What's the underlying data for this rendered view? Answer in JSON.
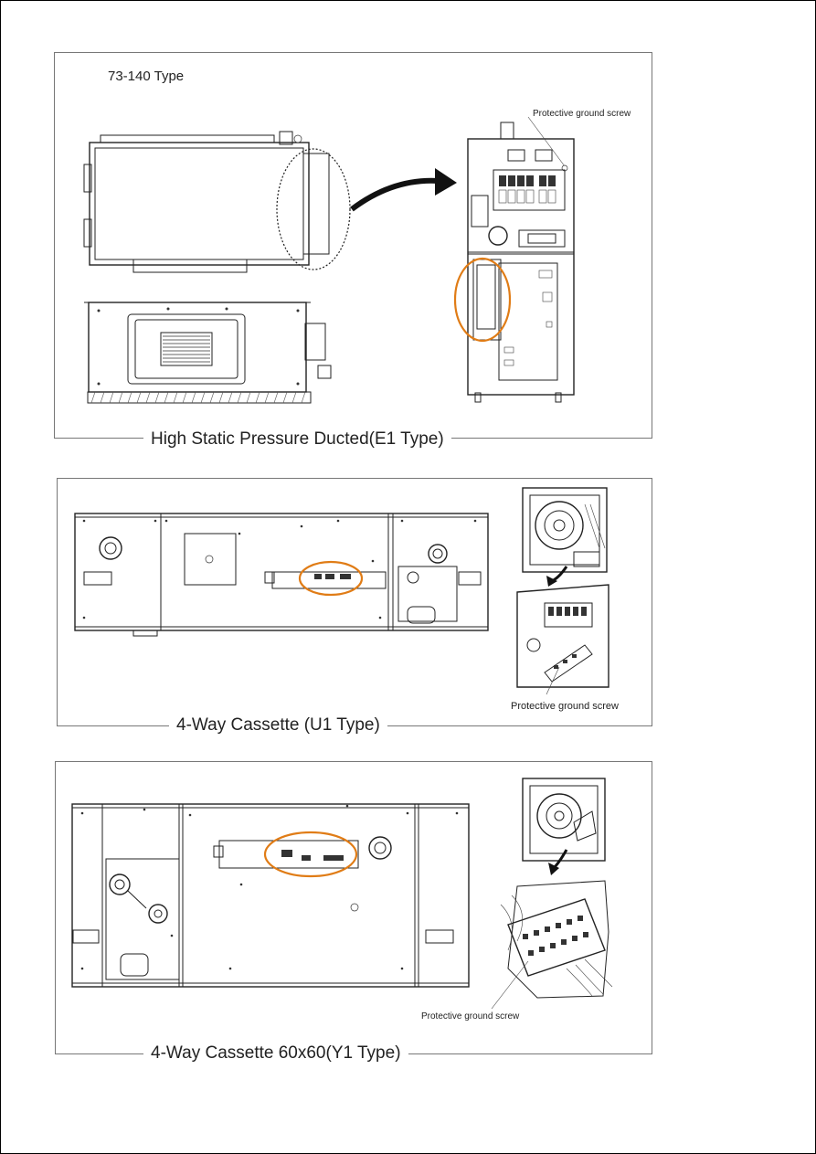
{
  "colors": {
    "highlight": "#e07c16",
    "line": "#222222",
    "frame": "#777777"
  },
  "panels": [
    {
      "caption": "High Static Pressure Ducted(E1 Type)",
      "subtitle": "73-140 Type",
      "callout": "Protective ground screw"
    },
    {
      "caption": "4-Way Cassette (U1 Type)",
      "callout": "Protective ground screw"
    },
    {
      "caption": "4-Way Cassette 60x60(Y1 Type)",
      "callout": "Protective ground screw"
    }
  ]
}
